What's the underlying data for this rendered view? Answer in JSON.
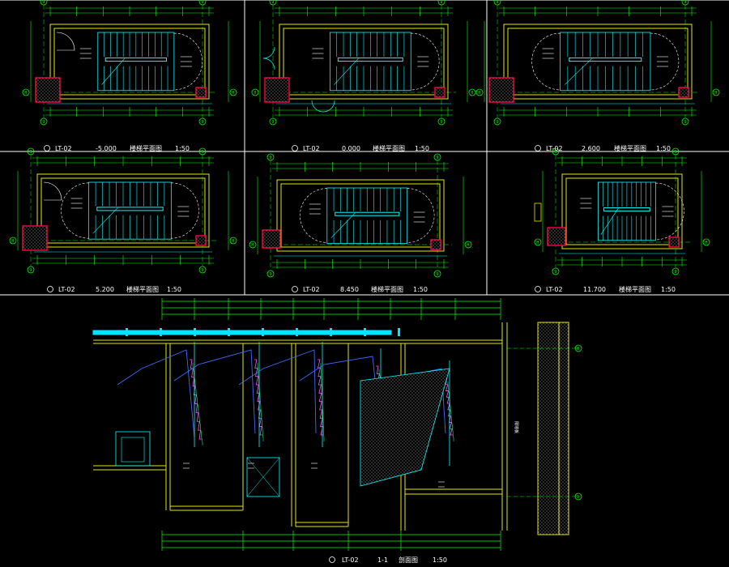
{
  "colors": {
    "background": "#000000",
    "wall": "#e6e600",
    "dimension": "#00ff00",
    "axis": "#00ff00",
    "stair": "#00ffff",
    "column": "#ff0044",
    "hatch": "#7a7a7a",
    "text": "#ffffff",
    "section_cut": "#ff00ff",
    "frame": "#ffffff"
  },
  "plans": [
    {
      "code": "LT-02",
      "level": "-5.000",
      "title": "楼梯平面图",
      "scale": "1:50"
    },
    {
      "code": "LT-02",
      "level": "0.000",
      "title": "楼梯平面图",
      "scale": "1:50"
    },
    {
      "code": "LT-02",
      "level": "2.600",
      "title": "楼梯平面图",
      "scale": "1:50"
    },
    {
      "code": "LT-02",
      "level": "5.200",
      "title": "楼梯平面图",
      "scale": "1:50"
    },
    {
      "code": "LT-02",
      "level": "8.450",
      "title": "楼梯平面图",
      "scale": "1:50"
    },
    {
      "code": "LT-02",
      "level": "11.700",
      "title": "楼梯平面图",
      "scale": "1:50"
    }
  ],
  "section": {
    "code": "LT-02",
    "number": "1-1",
    "title": "剖面图",
    "scale": "1:50",
    "wall_note": "隔墙板"
  },
  "axis_labels": {
    "top": "9",
    "bottom": "9",
    "left": "H",
    "right": "H",
    "section_top": "H",
    "section_bottom": "9"
  }
}
